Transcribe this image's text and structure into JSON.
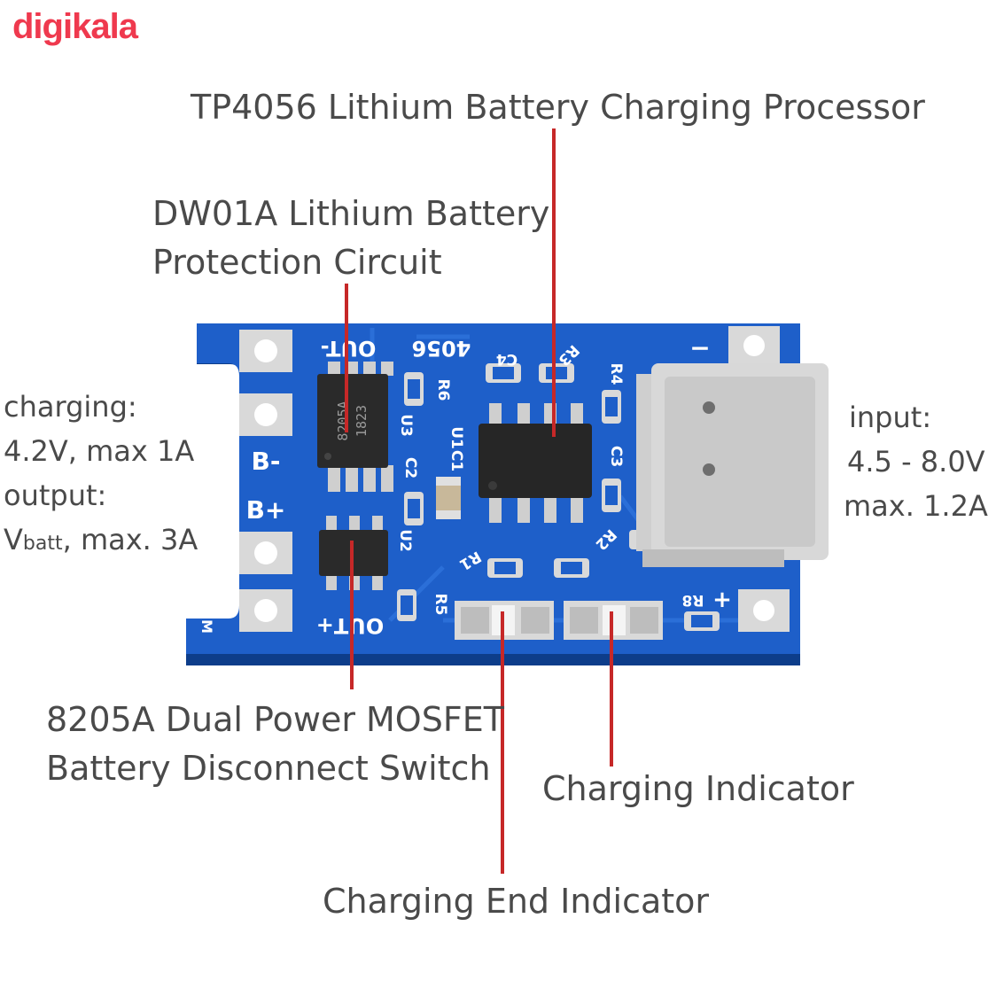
{
  "brand": {
    "logo_text": "digikala",
    "logo_color": "#ef394e"
  },
  "colors": {
    "pointer": "#c62828",
    "pcb": "#1e5fc9",
    "pad": "#d9d9d9",
    "text": "#4a4a4a"
  },
  "callouts": {
    "processor": {
      "lines": [
        "TP4056 Lithium Battery Charging Processor"
      ]
    },
    "protection": {
      "lines": [
        "DW01A Lithium Battery",
        "Protection Circuit"
      ]
    },
    "mosfet": {
      "lines": [
        "8205A Dual Power MOSFET",
        "Battery Disconnect Switch"
      ]
    },
    "charging_indicator": {
      "lines": [
        "Charging Indicator"
      ]
    },
    "charging_end_indicator": {
      "lines": [
        "Charging End Indicator"
      ]
    }
  },
  "specs": {
    "left": {
      "charging_label": "charging:",
      "charging_value": "4.2V, max 1A",
      "output_label": "output:",
      "output_value_prefix": "V",
      "output_value_sub": "batt",
      "output_value_suffix": ", max. 3A"
    },
    "right": {
      "input_label": "input:",
      "input_range": "4.5 - 8.0V",
      "input_max": "max. 1.2A"
    }
  },
  "board": {
    "silkscreen": {
      "out_minus": "OUT-",
      "board_id": "4056",
      "b_minus": "B-",
      "b_plus": "B+",
      "out_plus": "OUT+",
      "plus": "+",
      "minus": "−",
      "corner_mark": "M",
      "refs": [
        "C4",
        "R3",
        "R4",
        "R6",
        "U3",
        "U1",
        "C1",
        "C2",
        "C3",
        "U2",
        "R1",
        "R2",
        "R5",
        "R8"
      ]
    },
    "chips": {
      "protection_ic": [
        "8205A",
        "1823"
      ]
    }
  }
}
